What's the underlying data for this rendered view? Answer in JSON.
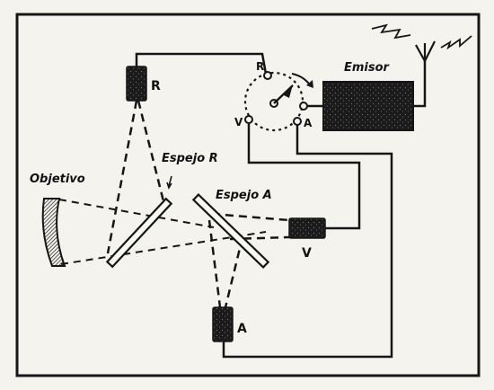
{
  "labels": {
    "objective": "Objetivo",
    "mirror_r": "Espejo R",
    "mirror_a": "Espejo A",
    "transmitter": "Emisor",
    "tube_r": "R",
    "tube_v": "V",
    "tube_a": "A",
    "switch_r": "R",
    "switch_v": "V",
    "switch_a": "A"
  },
  "colors": {
    "ink": "#161616",
    "paper": "#f4f3ee"
  }
}
